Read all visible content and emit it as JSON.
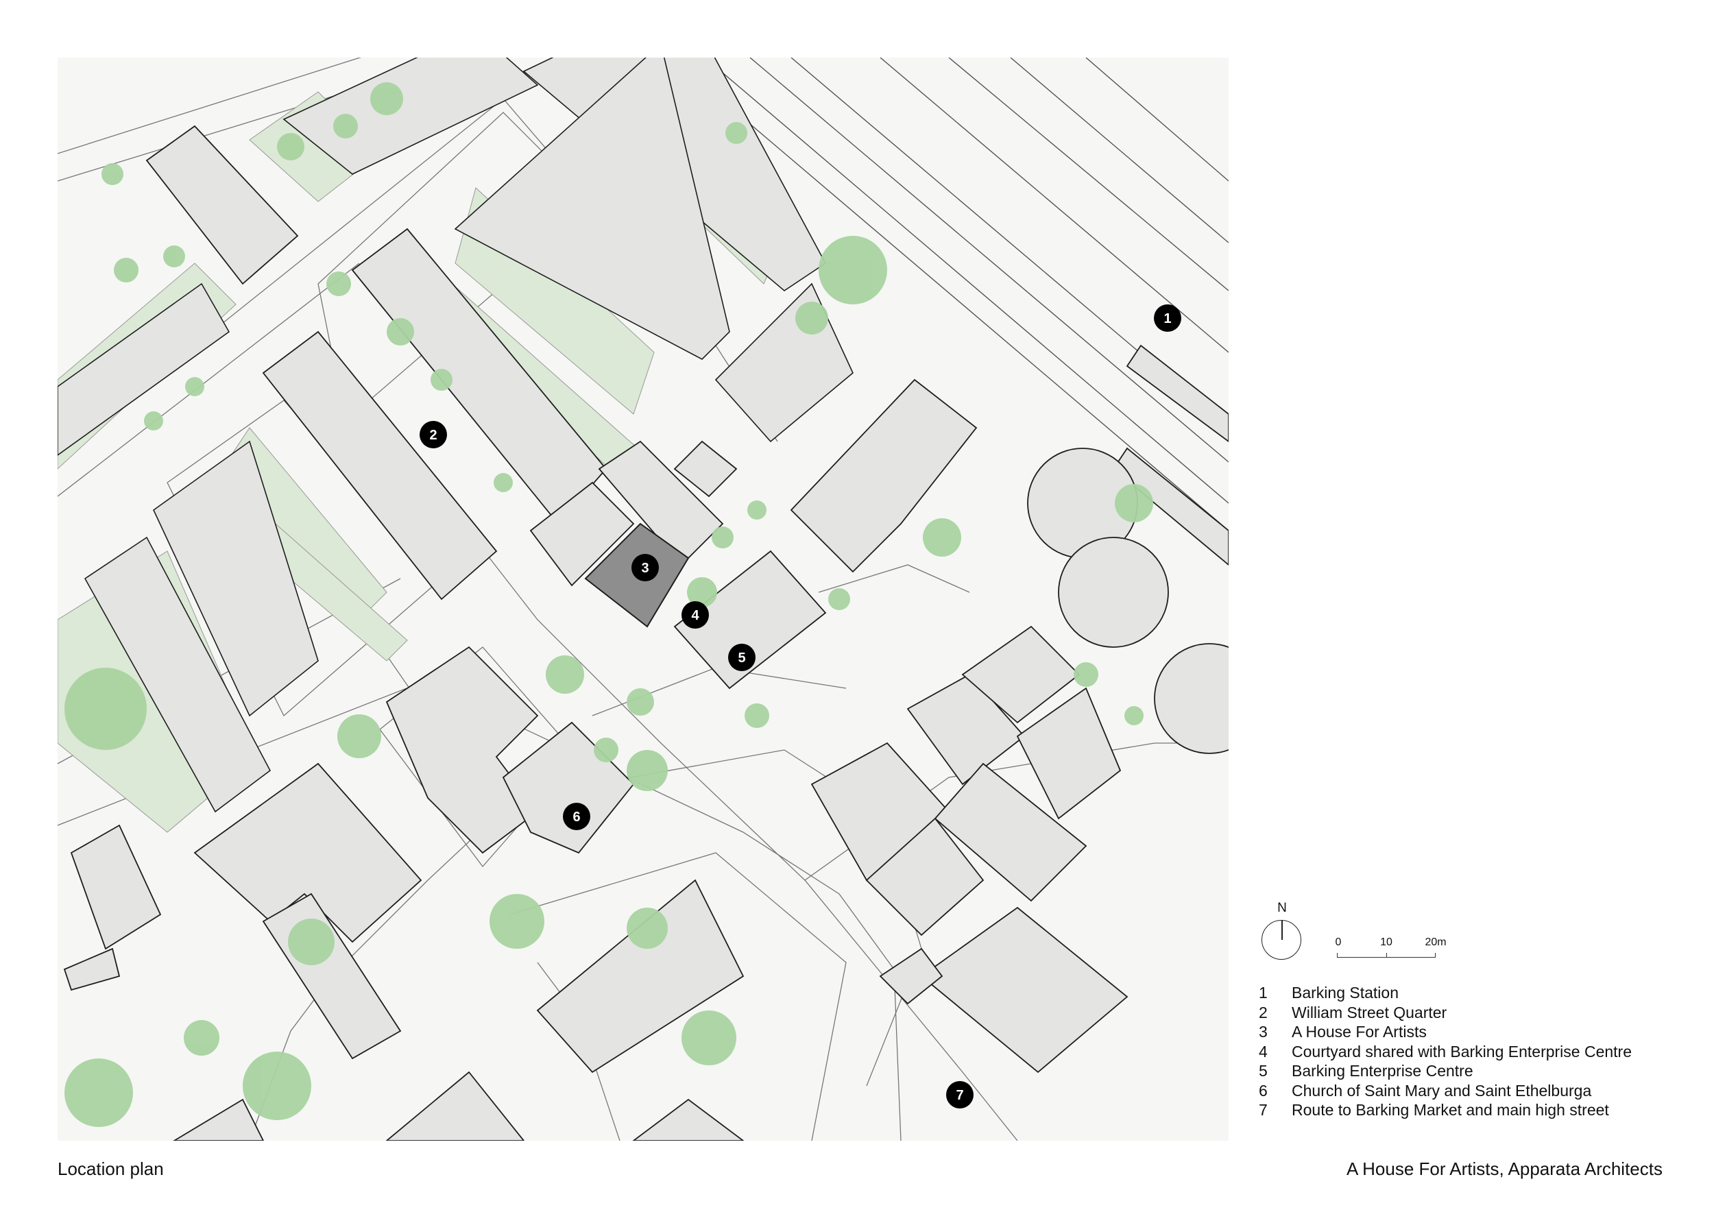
{
  "map": {
    "markers": [
      "1",
      "2",
      "3",
      "4",
      "5",
      "6",
      "7"
    ]
  },
  "north": {
    "label": "N"
  },
  "scale": {
    "labels": [
      "0",
      "10",
      "20m"
    ]
  },
  "legend": [
    {
      "num": "1",
      "label": "Barking Station"
    },
    {
      "num": "2",
      "label": "William Street Quarter"
    },
    {
      "num": "3",
      "label": "A House For Artists"
    },
    {
      "num": "4",
      "label": "Courtyard shared with Barking Enterprise Centre"
    },
    {
      "num": "5",
      "label": "Barking Enterprise Centre"
    },
    {
      "num": "6",
      "label": "Church of Saint Mary and Saint Ethelburga"
    },
    {
      "num": "7",
      "label": "Route to Barking Market and main high street"
    }
  ],
  "captions": {
    "left": "Location plan",
    "right": "A House For Artists, Apparata Architects"
  },
  "colors": {
    "ground": "#f6f6f5",
    "building": "#e4e4e3",
    "highlight": "#8e8e8e",
    "garden": "#dce9d6",
    "tree": "#a9d3a0",
    "line": "#1e1e1e",
    "marker": "#000000"
  }
}
